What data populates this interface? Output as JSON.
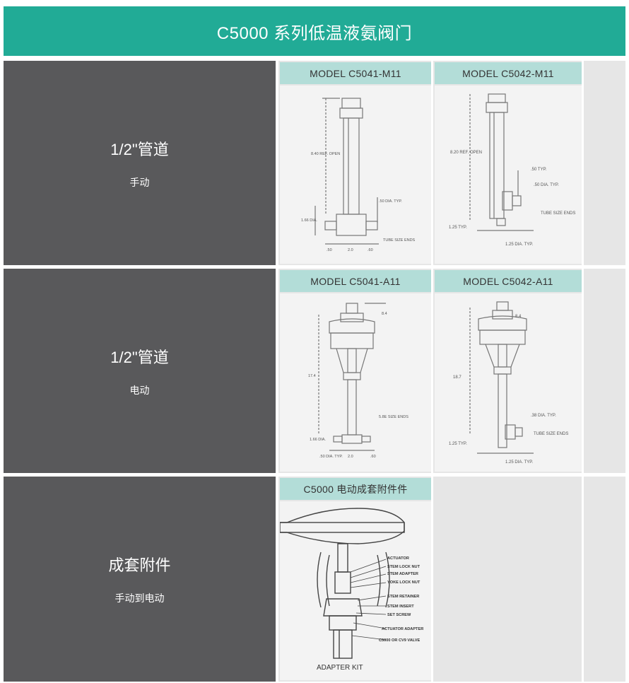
{
  "header": {
    "title": "C5000  系列低温液氨阀门"
  },
  "rows": [
    {
      "title": "1/2\"管道",
      "subtitle": "手动",
      "panels": [
        {
          "title": "MODEL C5041-M11",
          "notes": [
            "8.40 REF. OPEN",
            "1.66 DIA.",
            ".50 DIA. TYP.",
            "TUBE SIZE ENDS",
            ".50",
            "2.0",
            ".60"
          ]
        },
        {
          "title": "MODEL C5042-M11",
          "notes": [
            "8.20 REF. OPEN",
            ".50 TYP.",
            ".50 DIA. TYP.",
            "TUBE SIZE ENDS",
            "1.25 TYP.",
            "1.25 DIA. TYP."
          ]
        }
      ]
    },
    {
      "title": "1/2\"管道",
      "subtitle": "电动",
      "panels": [
        {
          "title": "MODEL C5041-A11",
          "notes": [
            "8.4",
            "17.4",
            "5.8E SIZE ENDS",
            "1.66 DIA.",
            ".50 DIA. TYP.",
            "2.0",
            ".60"
          ]
        },
        {
          "title": "MODEL C5042-A11",
          "notes": [
            "8.4",
            "18.7",
            ".38 DIA. TYP.",
            "TUBE SIZE ENDS",
            "1.25 TYP.",
            "1.25 DIA. TYP."
          ]
        }
      ]
    },
    {
      "title": "成套附件",
      "subtitle": "手动到电动",
      "panels": [
        {
          "title": "C5000 电动成套附件件",
          "callouts": [
            "ACTUATOR",
            "STEM LOCK NUT",
            "STEM ADAPTER",
            "YOKE LOCK NUT",
            "STEM RETAINER",
            "STEM INSERT",
            "SET SCREW",
            "ACTUATOR ADAPTER",
            "C5000 OR CV9 VALVE"
          ],
          "caption": "ADAPTER  KIT"
        }
      ]
    }
  ]
}
